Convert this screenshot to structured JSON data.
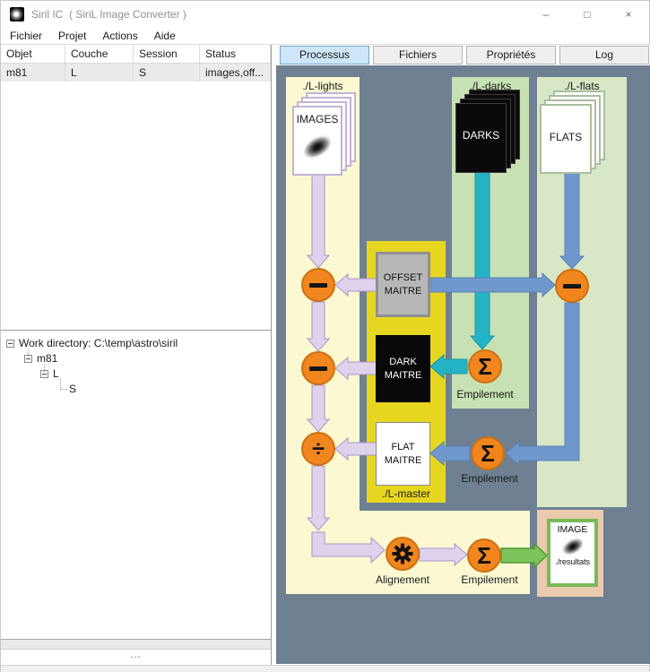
{
  "window": {
    "title": "Siril IC  ( SiriL Image Converter )",
    "controls": {
      "minimize": "–",
      "maximize": "□",
      "close": "×"
    }
  },
  "menu": {
    "items": [
      "Fichier",
      "Projet",
      "Actions",
      "Aide"
    ]
  },
  "session_table": {
    "columns": [
      "Objet",
      "Couche",
      "Session",
      "Status"
    ],
    "rows": [
      {
        "objet": "m81",
        "couche": "L",
        "session": "S",
        "status": "images,off..."
      }
    ]
  },
  "tree": {
    "root": "Work directory: C:\\temp\\astro\\siril",
    "level1": "m81",
    "level2": "L",
    "level3": "S"
  },
  "panel": {
    "more_handle": "..."
  },
  "tabs": [
    {
      "label": "Processus",
      "active": true
    },
    {
      "label": "Fichiers",
      "active": false
    },
    {
      "label": "Propriétés",
      "active": false
    },
    {
      "label": "Log",
      "active": false
    }
  ],
  "diagram": {
    "lights": {
      "label": "./L-lights",
      "stack": "IMAGES"
    },
    "darks": {
      "label": "./L-darks",
      "stack": "DARKS"
    },
    "flats": {
      "label": "./L-flats",
      "stack": "FLATS"
    },
    "master": {
      "label": "./L-master",
      "offset": "OFFSET MAITRE",
      "dark": "DARK MAITRE",
      "flat": "FLAT MAITRE"
    },
    "result": {
      "title": "IMAGE",
      "label": "./resultats"
    },
    "ops": {
      "minus": "−",
      "divide": "÷",
      "sigma": "Σ"
    },
    "labels": {
      "stacking": "Empilement",
      "alignment": "Alignement"
    },
    "colors": {
      "background": "#6e8091",
      "lights_region": "#fbf8d2",
      "darks_region": "#c7e1b4",
      "flats_region": "#d8e8c6",
      "master_region": "#e7d620",
      "result_region": "#ebcbad",
      "lavender_arrow": "#ded2ed",
      "teal_arrow": "#23b3c4",
      "blue_arrow": "#7098cc",
      "green_arrow": "#7dc35b",
      "op_circle": "#f0861d",
      "result_border": "#78ba58",
      "active_tab": "#cde7f8"
    }
  }
}
